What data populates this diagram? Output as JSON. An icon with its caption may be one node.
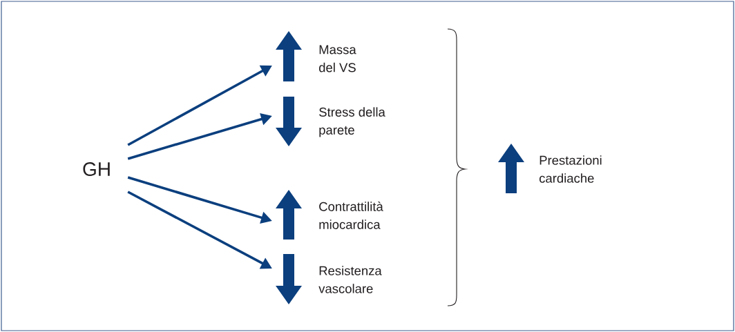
{
  "diagram": {
    "nodes": [
      {
        "text": [
          "GH"
        ]
      },
      {
        "text": [
          "Massa del VS"
        ]
      },
      {
        "text": [
          "Stress della parete"
        ]
      },
      {
        "text": [
          "Contrattilità miocardica"
        ]
      },
      {
        "text": [
          "Resistenza vascolare"
        ]
      },
      {
        "text": [
          "Prestazioni cardiache"
        ]
      }
    ],
    "edges": [
      {
        "from": 0,
        "to": 1,
        "arrow": "to"
      },
      {
        "from": 0,
        "to": 2,
        "arrow": "to"
      },
      {
        "from": 0,
        "to": 3,
        "arrow": "to"
      },
      {
        "from": 0,
        "to": 4,
        "arrow": "to"
      }
    ]
  }
}
